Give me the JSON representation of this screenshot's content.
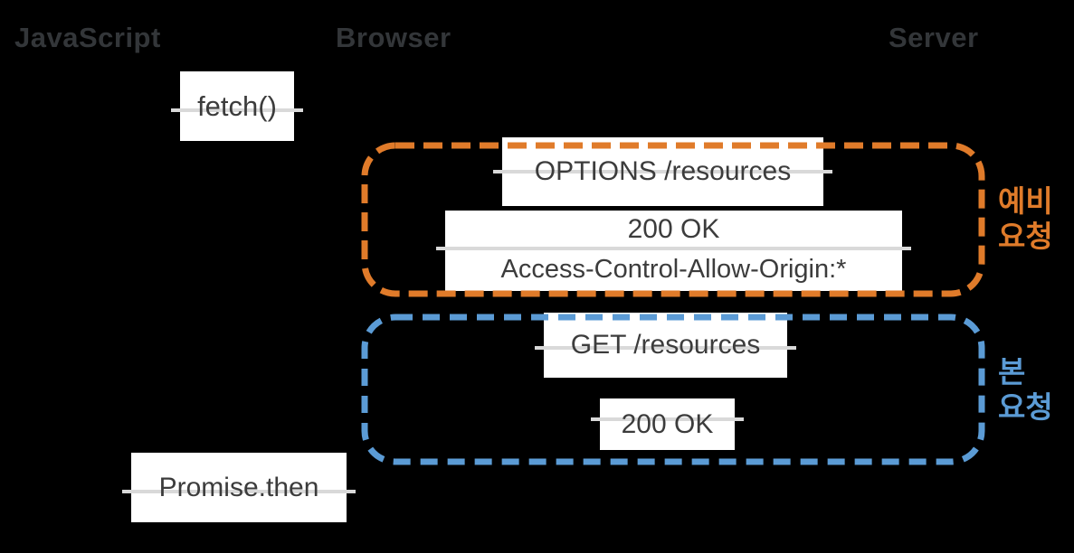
{
  "headers": {
    "javascript": "JavaScript",
    "browser": "Browser",
    "server": "Server"
  },
  "messages": {
    "fetch_call": "fetch()",
    "preflight_request": "OPTIONS /resources",
    "preflight_response_status": "200 OK",
    "preflight_response_header": "Access-Control-Allow-Origin:*",
    "main_request": "GET /resources",
    "main_response_status": "200 OK",
    "promise_callback": "Promise.then"
  },
  "groups": {
    "preflight": {
      "label_line1": "예비",
      "label_line2": "요청"
    },
    "main": {
      "label_line1": "본",
      "label_line2": "요청"
    }
  },
  "colors": {
    "background": "#000000",
    "preflight_accent": "#E07B2A",
    "main_accent": "#5B9BD5",
    "box_background": "#FFFFFF",
    "box_text": "#3C3C3C",
    "header_text": "#333639",
    "connector_line": "#D9D9D9"
  }
}
